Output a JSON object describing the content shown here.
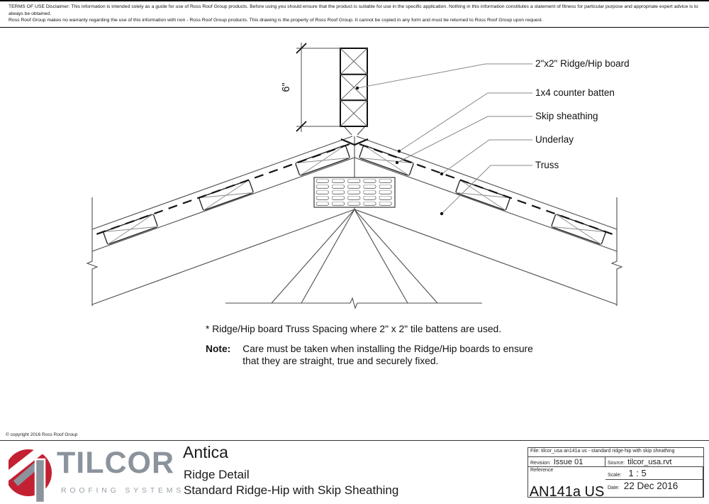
{
  "disclaimer": {
    "line1": "TERMS OF USE Disclaimer: This information is intended solely as a guide for use of Ross Roof Group products. Before using you should ensure that the product is suitable for use in the specific application. Nothing in this information constitutes a statement of fitness for particular purpose and appropriate expert advice is to always be obtained.",
    "line2": "Ross Roof Group makes no warranty regarding the use of this information with non - Ross Roof Group products. This drawing is the property of Ross Roof Group. It cannot be copied in any form and must be returned to Ross Roof Group upon request."
  },
  "drawing": {
    "dimension_label": "6\"",
    "labels": [
      {
        "text": "2\"x2\" Ridge/Hip board"
      },
      {
        "text": "1x4 counter batten"
      },
      {
        "text": "Skip sheathing"
      },
      {
        "text": "Underlay"
      },
      {
        "text": "Truss"
      }
    ],
    "spacing_note": "* Ridge/Hip board Truss Spacing where 2\" x 2\" tile battens are used.",
    "note_label": "Note:",
    "note_text": "Care must be taken when installing the Ridge/Hip boards to ensure that they are straight, true and securely fixed."
  },
  "footer": {
    "copyright": "© copyright 2016 Ross Roof Group",
    "logo": {
      "brand": "TILCOR",
      "tagline": "ROOFING SYSTEMS",
      "red": "#c32032",
      "gray": "#8b939c"
    },
    "product": "Antica",
    "detail": "Ridge Detail",
    "subtitle": "Standard Ridge-Hip with Skip Sheathing",
    "titleblock": {
      "file_label": "File:",
      "file_value": "tilcor_usa an141a us - standard ridge-hip with skip sheathing",
      "revision_label": "Revision:",
      "revision_value": "Issue 01",
      "source_label": "Source:",
      "source_value": "tilcor_usa.rvt",
      "scale_label": "Scale:",
      "scale_value": "1 : 5",
      "reference_label": "Reference",
      "date_label": "Date:",
      "date_value": "22 Dec 2016",
      "drawing_number": "AN141a US"
    }
  }
}
